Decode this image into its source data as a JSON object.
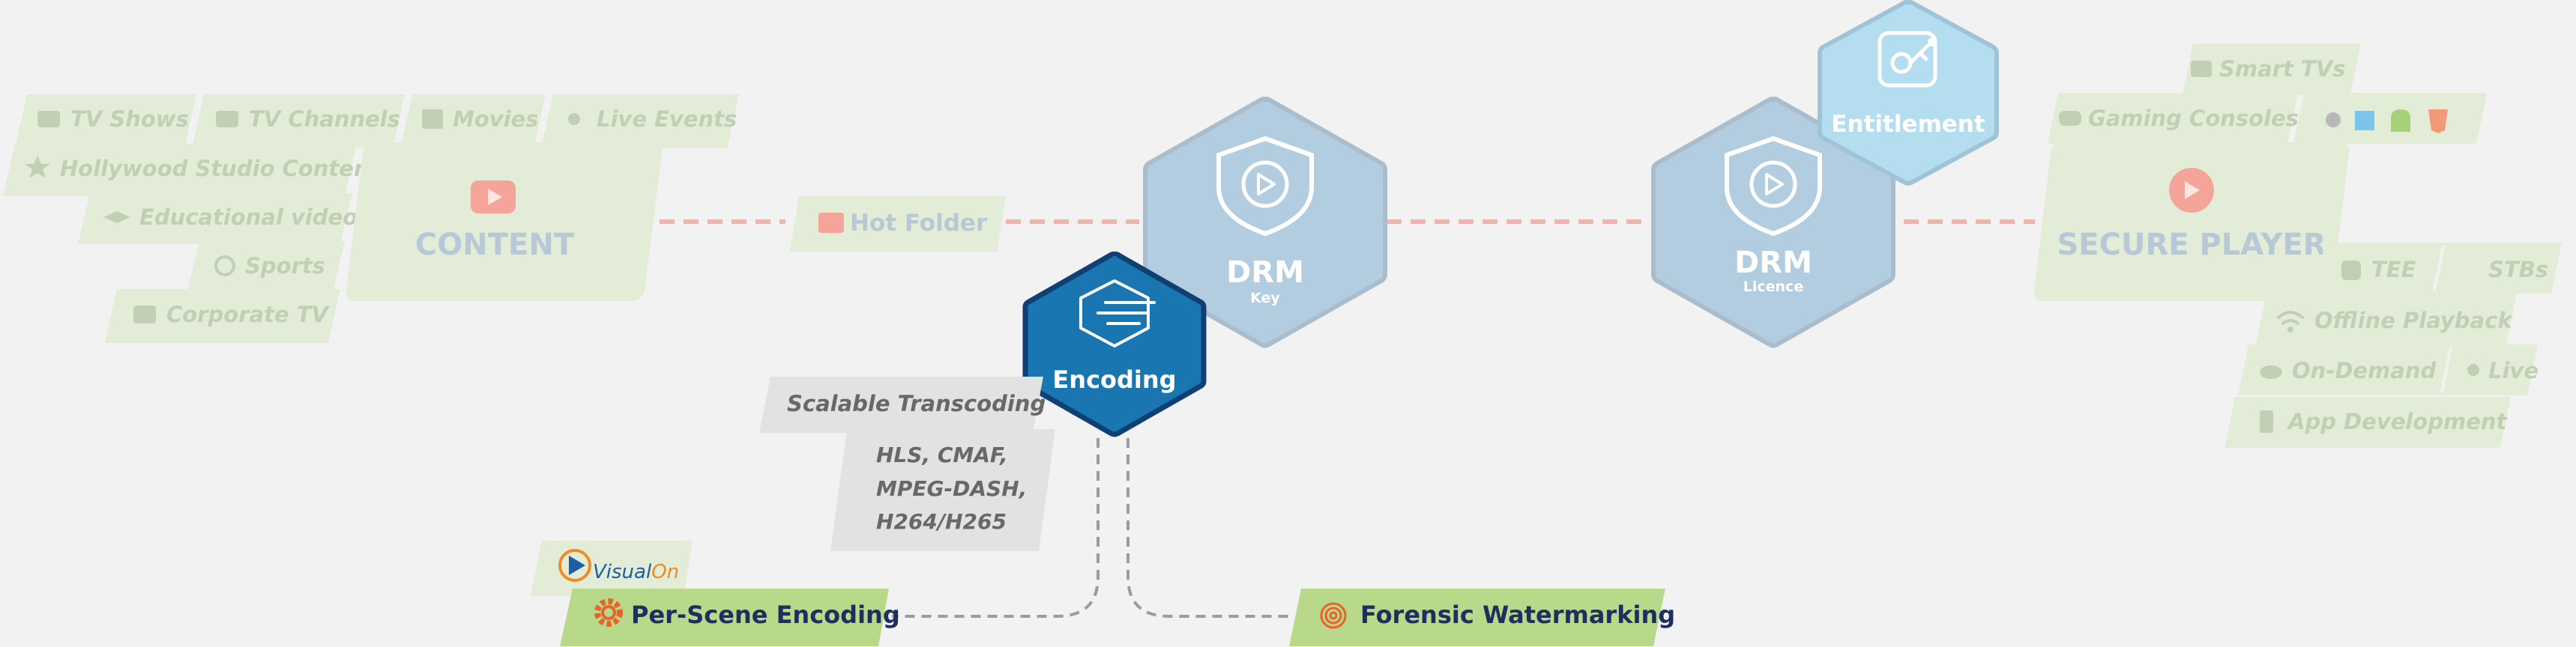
{
  "content_tags": [
    {
      "label": "TV Shows",
      "icon": "tv-icon"
    },
    {
      "label": "TV Channels",
      "icon": "tv-icon"
    },
    {
      "label": "Movies",
      "icon": "film-icon"
    },
    {
      "label": "Live Events",
      "icon": "broadcast-icon"
    },
    {
      "label": "Hollywood Studio Content",
      "icon": "star-icon"
    },
    {
      "label": "Educational video",
      "icon": "graduation-cap-icon"
    },
    {
      "label": "Sports",
      "icon": "ball-icon"
    },
    {
      "label": "Corporate TV",
      "icon": "briefcase-icon"
    }
  ],
  "content_title": "CONTENT",
  "hot_folder": "Hot Folder",
  "drm_key": {
    "title": "DRM",
    "subtitle": "Key"
  },
  "drm_licence": {
    "title": "DRM",
    "subtitle": "Licence"
  },
  "entitlement": "Entitlement",
  "encoding": "Encoding",
  "transcoding": "Scalable Transcoding",
  "formats": [
    "HLS, CMAF,",
    "MPEG-DASH,",
    "H264/H265"
  ],
  "visualon": {
    "part1": "Visual",
    "part2": "On"
  },
  "per_scene": "Per-Scene Encoding",
  "forensic": "Forensic Watermarking",
  "player_title": "SECURE PLAYER",
  "player_tags": [
    {
      "label": "Smart TVs",
      "icon": "tv-icon"
    },
    {
      "label": "Gaming Consoles",
      "icon": "gamepad-icon"
    },
    {
      "label": "TEE",
      "icon": "shield-icon"
    },
    {
      "label": "STBs",
      "icon": ""
    },
    {
      "label": "Offline Playback",
      "icon": "wifi-icon"
    },
    {
      "label": "On-Demand",
      "icon": "cloud-icon"
    },
    {
      "label": "Live",
      "icon": "broadcast-icon"
    },
    {
      "label": "App Development",
      "icon": "phone-icon"
    }
  ],
  "platform_icons": [
    "apple-icon",
    "windows-icon",
    "android-icon",
    "html5-icon"
  ],
  "colors": {
    "background": "#f2f2f2",
    "faded_green": "#e2ecd6",
    "faded_text": "#c2cfb4",
    "faded_title": "#b7c9d6",
    "hex_light_blue": "#b3cde0",
    "hex_blue": "#1a76b0",
    "hex_dark_blue": "#0f3f73",
    "entitlement_blue": "#b4ddf0",
    "green_button": "#b9d98a",
    "navy_text": "#1c2f5e",
    "gray_box": "#e2e2e2",
    "gray_text": "#686868",
    "connector_dash": "#f2b3aa",
    "red_icon": "#f5a49a"
  }
}
